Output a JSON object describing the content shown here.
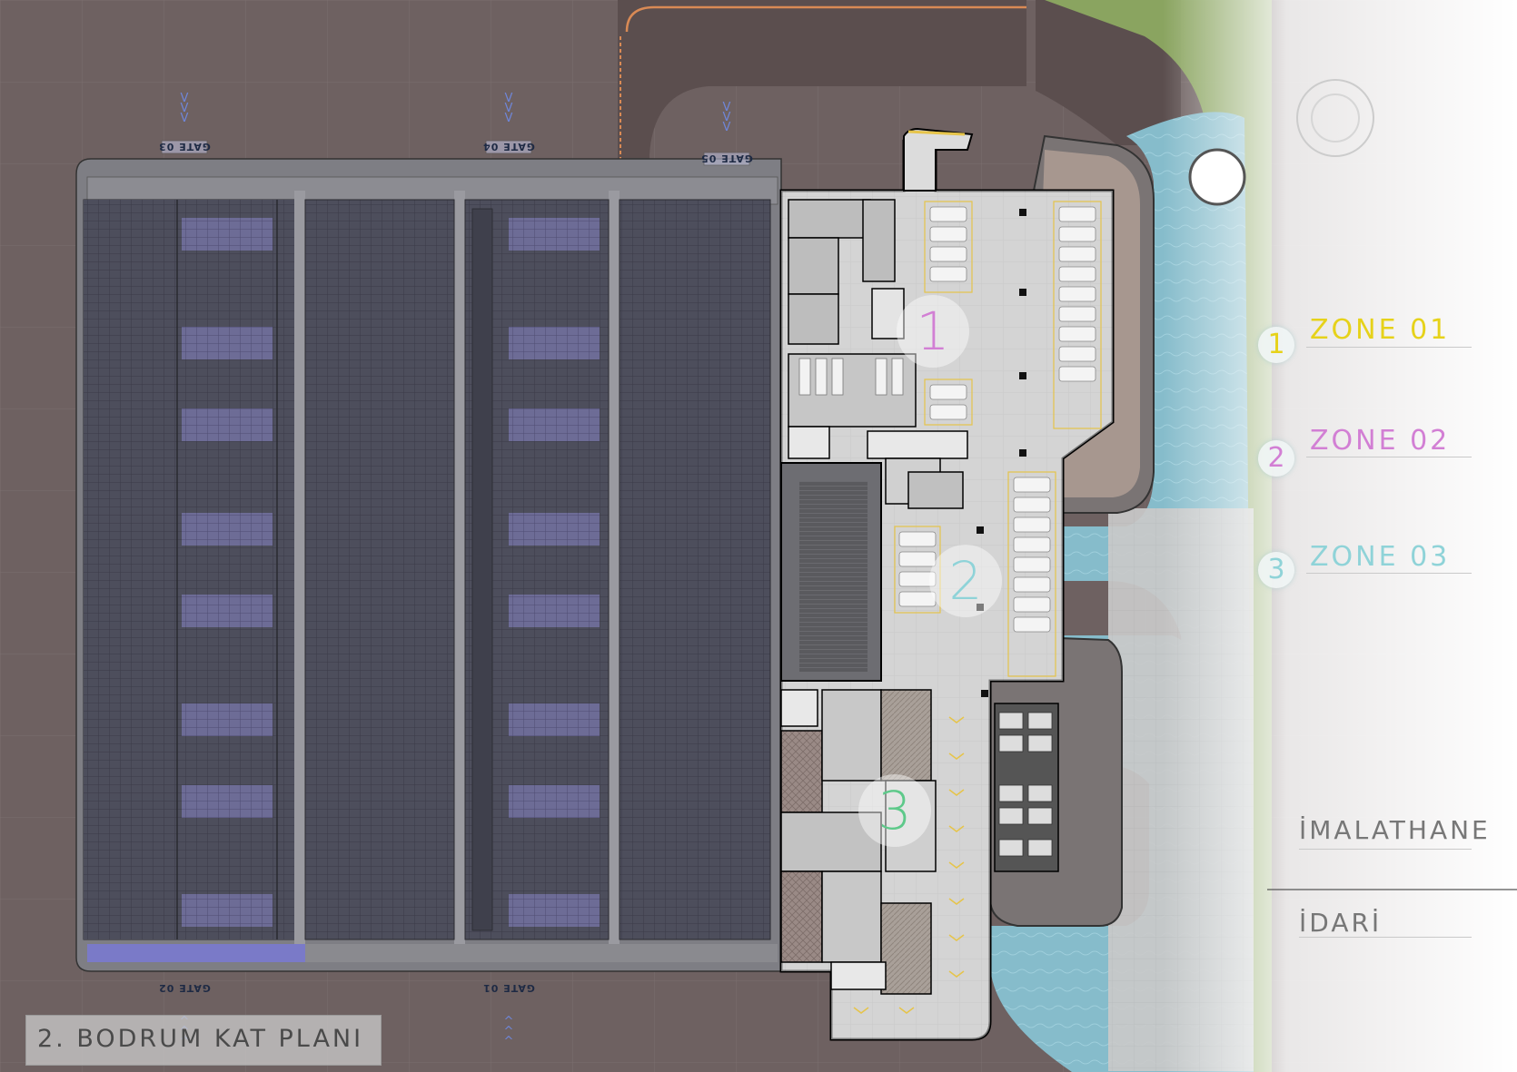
{
  "plan": {
    "title": "2. BODRUM KAT PLANI",
    "gates_top": [
      {
        "label": "GATE 03"
      },
      {
        "label": "GATE 04"
      },
      {
        "label": "GATE 05"
      }
    ],
    "gates_bottom": [
      {
        "label": "GATE 02"
      },
      {
        "label": "GATE 01"
      }
    ],
    "zone_markers": [
      "1",
      "2",
      "3"
    ],
    "legend": {
      "zones": [
        {
          "num": "1",
          "label": "ZONE 01",
          "color": "#e6d21a"
        },
        {
          "num": "2",
          "label": "ZONE 02",
          "color": "#d27fd4"
        },
        {
          "num": "3",
          "label": "ZONE 03",
          "color": "#8fd3d8"
        }
      ],
      "uses": [
        {
          "label": "İMALATHANE"
        },
        {
          "label": "İDARİ"
        }
      ]
    },
    "colors": {
      "site": "#6e6161",
      "roof": "#4a4b58",
      "roof_purple": "#6a6a93",
      "floor": "#c9c9c9",
      "water": "#7fb6c4",
      "green": "#8ca85c",
      "zone1": "#e6d21a",
      "zone2": "#d27fd4",
      "zone3": "#5ec98a"
    }
  }
}
